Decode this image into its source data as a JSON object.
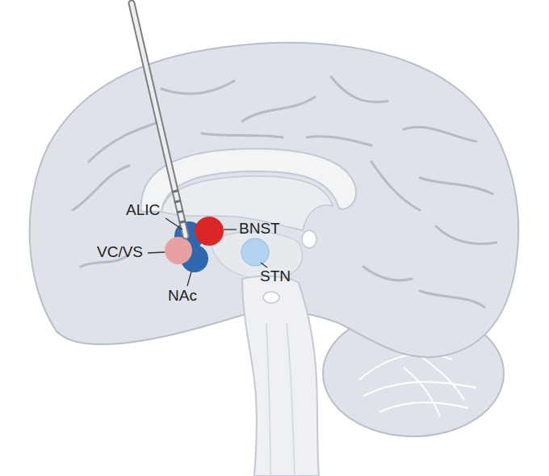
{
  "diagram": {
    "labels": [
      "ALIC",
      "BNST",
      "VC/VS",
      "NAc",
      "STN"
    ]
  }
}
